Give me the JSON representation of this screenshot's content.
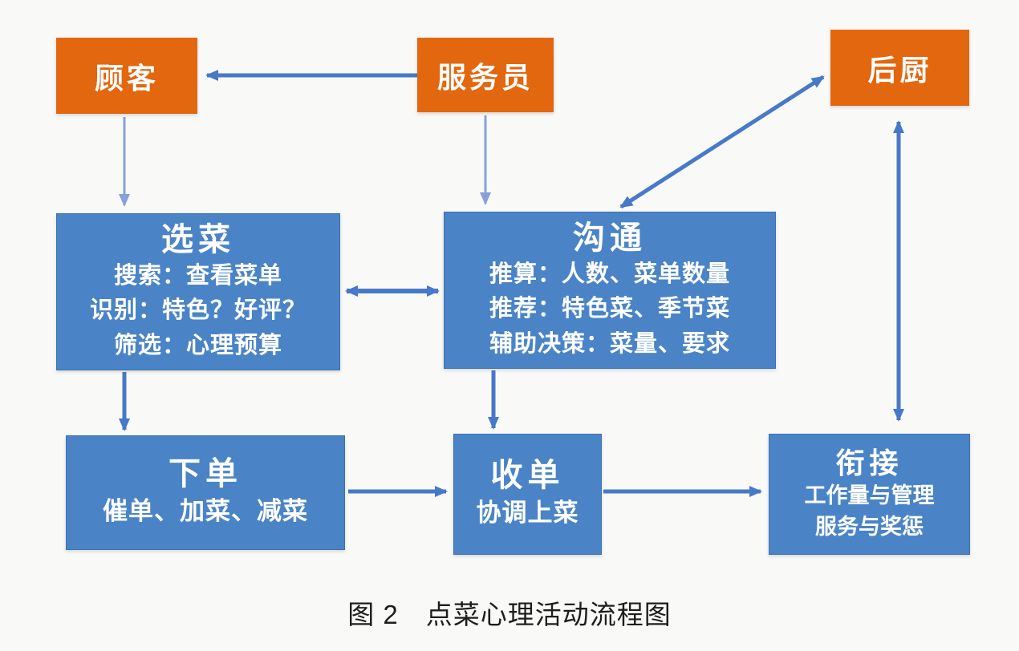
{
  "figure": {
    "caption": "图 2　点菜心理活动流程图"
  },
  "palette": {
    "background": "#f9f9f8",
    "actor_box": "#e2670f",
    "process_box": "#4a84c6",
    "arrow": "#4779c9",
    "arrow_light": "#86a2d8",
    "box_text": "#ffffff",
    "caption_text": "#1e1e1e"
  },
  "nodes": {
    "customer": {
      "label": "顾客"
    },
    "waiter": {
      "label": "服务员"
    },
    "kitchen": {
      "label": "后厨"
    },
    "select_dish": {
      "title": "选菜",
      "lines": [
        "搜索：查看菜单",
        "识别：特色？好评？",
        "筛选：心理预算"
      ]
    },
    "communicate": {
      "title": "沟通",
      "lines": [
        "推算：人数、菜单数量",
        "推荐：特色菜、季节菜",
        "辅助决策：菜量、要求"
      ]
    },
    "place_order": {
      "title": "下单",
      "lines": [
        "催单、加菜、减菜"
      ]
    },
    "receive_order": {
      "title": "收单",
      "lines": [
        "协调上菜"
      ]
    },
    "handoff": {
      "title": "衔接",
      "lines": [
        "工作量与管理",
        "服务与奖惩"
      ]
    }
  },
  "edges": [
    {
      "from": "waiter",
      "to": "customer",
      "type": "single"
    },
    {
      "from": "customer",
      "to": "select_dish",
      "type": "single"
    },
    {
      "from": "waiter",
      "to": "communicate",
      "type": "single"
    },
    {
      "from": "select_dish",
      "to": "communicate",
      "type": "double"
    },
    {
      "from": "communicate",
      "to": "kitchen",
      "type": "double"
    },
    {
      "from": "kitchen",
      "to": "handoff",
      "type": "double"
    },
    {
      "from": "select_dish",
      "to": "place_order",
      "type": "single"
    },
    {
      "from": "communicate",
      "to": "receive_order",
      "type": "single"
    },
    {
      "from": "place_order",
      "to": "receive_order",
      "type": "single"
    },
    {
      "from": "receive_order",
      "to": "handoff",
      "type": "single"
    }
  ]
}
